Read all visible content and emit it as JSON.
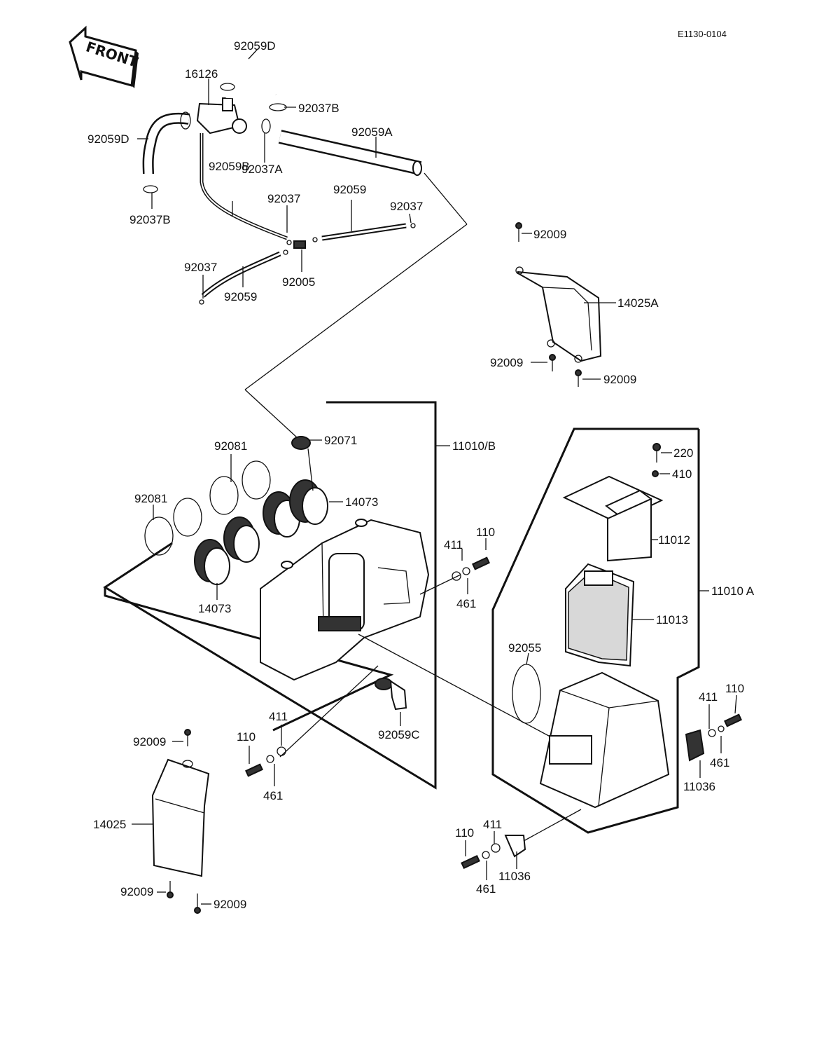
{
  "diagram_code": "E1130-0104",
  "front_label": "FRONT",
  "labels": {
    "l_16126": "16126",
    "l_92059D_top": "92059D",
    "l_92037B_top": "92037B",
    "l_92059D_left": "92059D",
    "l_92037A": "92037A",
    "l_92059A": "92059A",
    "l_92037B_left": "92037B",
    "l_92059B": "92059B",
    "l_92037_mid": "92037",
    "l_92059_mid": "92059",
    "l_92037_right": "92037",
    "l_92037_low": "92037",
    "l_92059_low": "92059",
    "l_92005": "92005",
    "l_92009_a": "92009",
    "l_14025A": "14025A",
    "l_92009_b": "92009",
    "l_92009_c": "92009",
    "l_92081_a": "92081",
    "l_92071": "92071",
    "l_11010B": "11010/B",
    "l_92081_b": "92081",
    "l_14073_a": "14073",
    "l_14073_b": "14073",
    "l_411_a": "411",
    "l_110_a": "110",
    "l_461_a": "461",
    "l_220": "220",
    "l_410": "410",
    "l_11012": "11012",
    "l_11010A": "11010 A",
    "l_11013": "11013",
    "l_92055": "92055",
    "l_411_r": "411",
    "l_110_r": "110",
    "l_461_r": "461",
    "l_11036_r": "11036",
    "l_92059C": "92059C",
    "l_92009_d": "92009",
    "l_411_b": "411",
    "l_110_b": "110",
    "l_461_b": "461",
    "l_14025": "14025",
    "l_92009_e": "92009",
    "l_92009_f": "92009",
    "l_110_c": "110",
    "l_411_c": "411",
    "l_461_c": "461",
    "l_11036_c": "11036"
  }
}
